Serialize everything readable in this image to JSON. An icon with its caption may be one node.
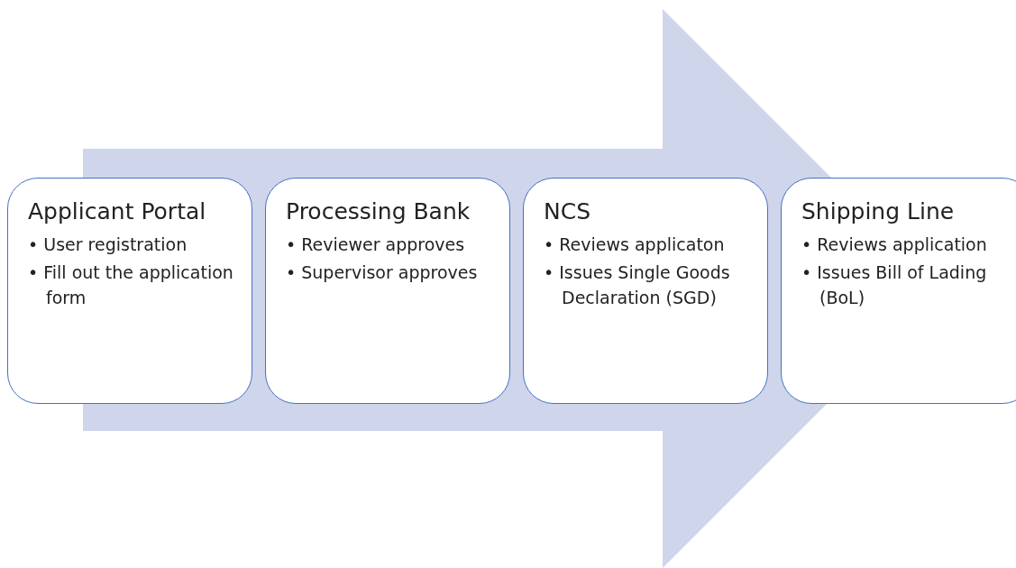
{
  "diagram": {
    "nodes": [
      {
        "text": [
          "Applicant Portal",
          "• User registration",
          "• Fill out the application form"
        ]
      },
      {
        "text": [
          "Processing Bank",
          "• Reviewer approves",
          "• Supervisor approves"
        ]
      },
      {
        "text": [
          "NCS",
          "• Reviews applicaton",
          "• Issues Single Goods Declaration (SGD)"
        ]
      },
      {
        "text": [
          "Shipping Line",
          "• Reviews application",
          "• Issues Bill of Lading (BoL)"
        ]
      }
    ],
    "edges": [
      {
        "from": 0,
        "to": 3,
        "arrow": "to",
        "style": "thick"
      }
    ]
  }
}
